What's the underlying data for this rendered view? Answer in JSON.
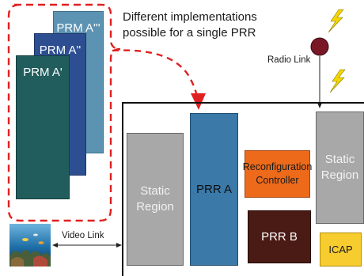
{
  "prm_stack": {
    "labels": [
      "PRM A'''",
      "PRM A''",
      "PRM A'"
    ],
    "colors": [
      "#5d93b2",
      "#2d4f92",
      "#225d5d"
    ]
  },
  "description": {
    "line1": "Different implementations",
    "line2": "possible for a single PRR"
  },
  "links": {
    "radio": "Radio Link",
    "video": "Video Link"
  },
  "fpga": {
    "static_left": {
      "line1": "Static",
      "line2": "Region"
    },
    "prr_a": "PRR A",
    "reconfig": {
      "line1": "Reconfiguration",
      "line2": "Controller"
    },
    "prr_b": "PRR B",
    "static_right": {
      "line1": "Static",
      "line2": "Region"
    },
    "icap": "ICAP"
  },
  "colors": {
    "dashed_outline": "#e02020",
    "static": "#a8a8a8",
    "prr_a": "#3a79a8",
    "reconfig": "#ec6a1a",
    "prr_b": "#4a1a14",
    "icap": "#f7cc2e",
    "antenna": "#7a1726",
    "lightning": "#f5d600"
  },
  "icons": [
    "antenna-icon",
    "lightning-icon",
    "underwater-image"
  ]
}
